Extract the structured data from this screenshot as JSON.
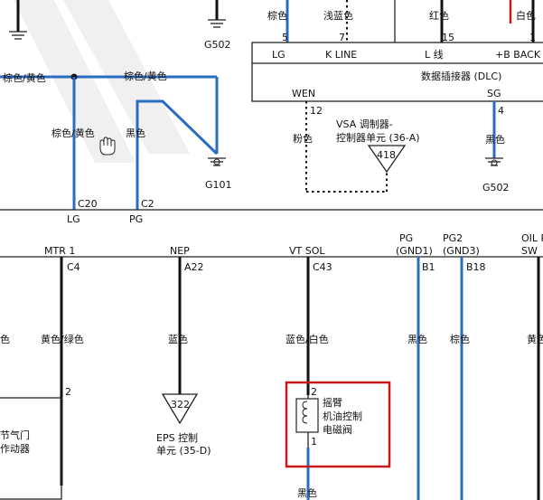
{
  "top_wires": {
    "g502_top": "G502",
    "w1_color": "棕色",
    "w1_pin": "5",
    "w1_term": "LG",
    "w2_color": "浅蓝色",
    "w2_pin": "7",
    "w2_term": "K LINE",
    "w3_color": "红色",
    "w3_pin": "15",
    "w3_term": "L 线",
    "w4_color": "白色",
    "w4_pin": "1",
    "w4_term": "+B BACK UP"
  },
  "dlc": {
    "label": "数据插接器 (DLC)",
    "wen_term": "WEN",
    "wen_pin": "12",
    "wen_color": "粉色",
    "sg_term": "SG",
    "sg_pin": "4",
    "sg_color": "黑色",
    "sg_ground": "G502"
  },
  "vsa": {
    "line1": "VSA 调制器-",
    "line2": "控制器单元 (36-A)",
    "ref": "418"
  },
  "left_top": {
    "label_a": "棕色/黄色",
    "label_b": "棕色/黄色",
    "label_c": "棕色/黄色",
    "label_d": "黑色",
    "ground": "G101",
    "c20_pin": "C20",
    "c20_term": "LG",
    "c2_pin": "C2",
    "c2_term": "PG"
  },
  "lower": {
    "mtr_term": "MTR 1",
    "mtr_pin": "C4",
    "mtr_color": "黄色/绿色",
    "mtr_pin2": "2",
    "left_partial": "色",
    "throttle_line1": "节气门",
    "throttle_line2": "作动器",
    "nep_term": "NEP",
    "nep_pin": "A22",
    "nep_color": "蓝色",
    "eps_ref": "322",
    "eps_line1": "EPS 控制",
    "eps_line2": "单元 (35-D)",
    "vt_term": "VT SOL",
    "vt_pin": "C43",
    "vt_color": "蓝色/白色",
    "vt_pin_top": "2",
    "vt_pin_bottom": "1",
    "sol_line1": "摇臂",
    "sol_line2": "机油控制",
    "sol_line3": "电磁阀",
    "vt_bottom_color": "黑色",
    "pg1_term1": "PG",
    "pg1_term2": "(GND1)",
    "pg1_pin": "B1",
    "pg1_color": "黑色",
    "pg2_term1": "PG2",
    "pg2_term2": "(GND3)",
    "pg2_pin": "B18",
    "pg2_color": "棕色",
    "oil_term1": "OIL P",
    "oil_term2": "SW",
    "oil_color": "黄色"
  },
  "colors": {
    "wire_blue": "#2a6cc0",
    "highlight_red": "#c81818",
    "text": "#111111"
  },
  "icons": [
    "ground-icon",
    "hand-cursor-icon",
    "solenoid-coil-icon",
    "connector-ref-triangle-icon"
  ]
}
